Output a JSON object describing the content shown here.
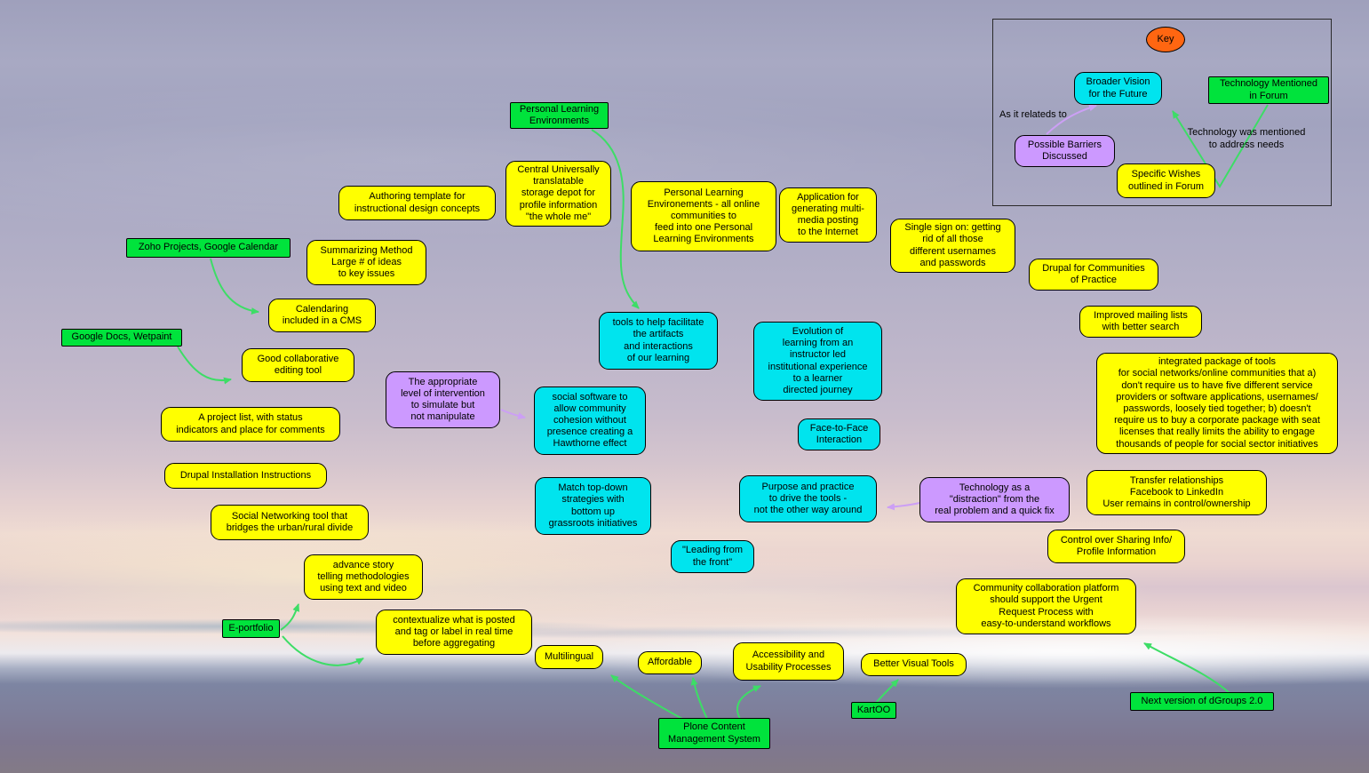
{
  "key": {
    "title": "Key",
    "broader_vision": "Broader Vision\nfor the Future",
    "technology_mentioned": "Technology Mentioned\nin Forum",
    "as_it_relateds_label": "As it relateds to",
    "technology_was_mentioned_label": "Technology was mentioned\nto address needs",
    "possible_barriers": "Possible Barriers\nDiscussed",
    "specific_wishes": "Specific Wishes\noutlined in Forum"
  },
  "nodes": {
    "personal_learning_environments": "Personal Learning\nEnvironments",
    "central_storage": "Central Universally\ntranslatable\nstorage depot for\nprofile information\n\"the whole me\"",
    "authoring_template": "Authoring template for\ninstructional design concepts",
    "zoho_projects": "Zoho Projects, Google Calendar",
    "summarizing_method": "Summarizing Method\nLarge # of ideas\nto key issues",
    "calendaring": "Calendaring\nincluded in a CMS",
    "google_docs": "Google Docs, Wetpaint",
    "good_collaborative": "Good collaborative\nediting tool",
    "project_list": "A project list, with status\nindicators and place for comments",
    "drupal_installation": "Drupal Installation Instructions",
    "social_networking_tool": "Social Networking tool that\nbridges the urban/rural divide",
    "advance_story": "advance story\ntelling methodologies\nusing text and video",
    "e_portfolio": "E-portfolio",
    "contextualize": "contextualize what is posted\nand tag or label in real time\nbefore aggregating",
    "ple_all_online": "Personal Learning\nEnvironements - all online\ncommunities to\nfeed into one Personal\nLearning Environments",
    "application_multimedia": "Application for\ngenerating multi-\nmedia posting\nto the Internet",
    "single_sign_on": "Single sign on: getting\nrid of all those\ndifferent usernames\nand passwords",
    "drupal_communities": "Drupal for Communities\nof Practice",
    "improved_mailing": "Improved mailing lists\nwith better search",
    "tools_facilitate": "tools to help facilitate\nthe artifacts\nand interactions\nof our learning",
    "evolution_learning": "Evolution of\nlearning from an\ninstructor led\ninstitutional experience\nto a learner\ndirected journey",
    "integrated_package": "integrated package of tools\nfor social networks/online communities that a)\ndon't require us to have five different service\nproviders or software applications, usernames/\npasswords, loosely tied together; b) doesn't\nrequire us to buy a corporate package with seat\nlicenses that really limits the ability to engage\nthousands of people for social sector initiatives",
    "appropriate_level": "The appropriate\nlevel of intervention\nto simulate but\nnot manipulate",
    "social_software": "social software to\nallow community\ncohesion without\npresence creating a\nHawthorne effect",
    "face_to_face": "Face-to-Face\nInteraction",
    "match_top_down": "Match top-down\nstrategies with\nbottom up\ngrassroots initiatives",
    "purpose_practice": "Purpose and practice\nto drive the tools -\nnot the other way around",
    "technology_distraction": "Technology as a\n\"distraction\" from the\nreal problem and a quick fix",
    "transfer_relationships": "Transfer relationships\nFacebook to LinkedIn\nUser remains in control/ownership",
    "control_sharing": "Control over Sharing Info/\nProfile Information",
    "leading_front": "\"Leading from\nthe front\"",
    "community_collaboration": "Community collaboration platform\nshould support the Urgent\nRequest Process with\neasy-to-understand workflows",
    "multilingual": "Multilingual",
    "affordable": "Affordable",
    "accessibility": "Accessibility and\nUsability Processes",
    "better_visual_tools": "Better Visual Tools",
    "kartoo": "KartOO",
    "plone_cms": "Plone Content\nManagement System",
    "next_dgroups": "Next version of dGroups 2.0"
  },
  "colors": {
    "yellow": "#ffff00",
    "green": "#00e33c",
    "cyan": "#00e4ee",
    "purple": "#cc99ff",
    "orange": "#ff6611",
    "arrow_green": "#3ddd66",
    "arrow_purple": "#cc9ff5"
  }
}
